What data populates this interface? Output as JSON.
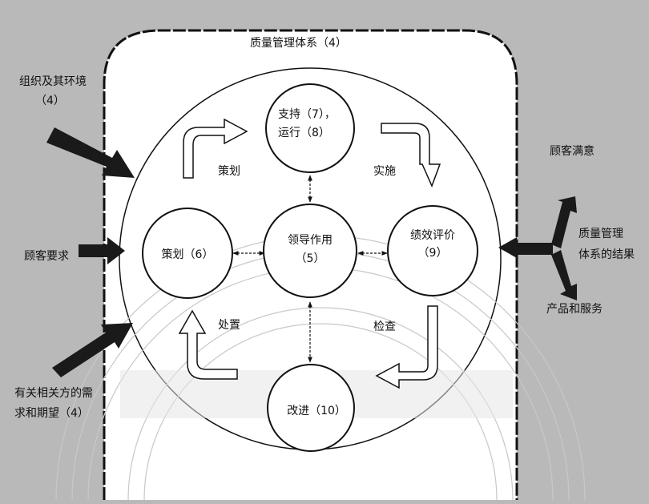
{
  "labels": {
    "qms_title": "质量管理体系（4）",
    "org_env_line1": "组织及其环境",
    "org_env_line2": "（4）",
    "customer_requirements": "顾客要求",
    "stakeholder_line1": "有关相关方的需",
    "stakeholder_line2": "求和期望（4）",
    "customer_satisfaction": "顾客满意",
    "qms_results_line1": "质量管理",
    "qms_results_line2": "体系的结果",
    "products_services": "产品和服务",
    "plan_label": "策划",
    "do_label": "实施",
    "check_label": "检查",
    "act_label": "处置"
  },
  "nodes": {
    "support_line1": "支持（7），",
    "support_line2": "运行（8）",
    "leadership_line1": "领导作用",
    "leadership_line2": "（5）",
    "planning": "策划（6）",
    "performance_line1": "绩效评价",
    "performance_line2": "（9）",
    "improvement": "改进（10）"
  },
  "colors": {
    "background": "#b9b9b9",
    "panel": "#ffffff",
    "ink": "#111111",
    "arrow_dark": "#1a1a1a"
  }
}
